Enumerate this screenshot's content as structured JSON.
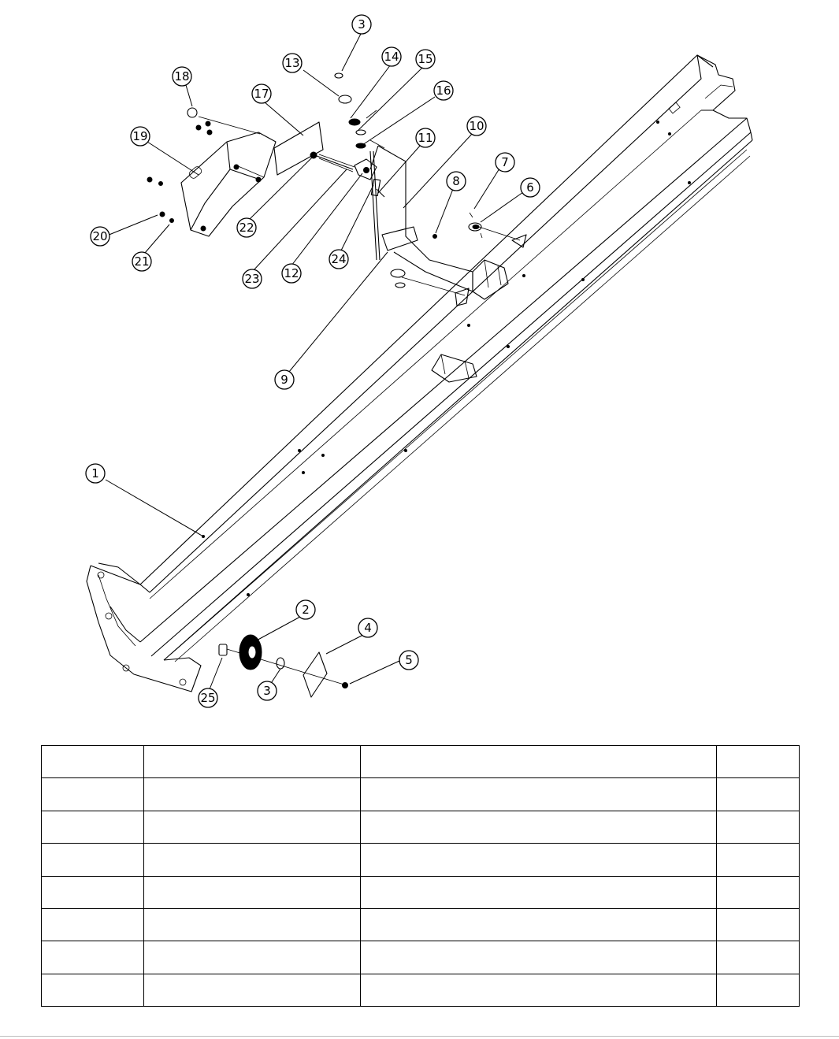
{
  "diagram": {
    "callouts": [
      {
        "id": "1",
        "label": "1"
      },
      {
        "id": "2",
        "label": "2"
      },
      {
        "id": "3a",
        "label": "3"
      },
      {
        "id": "3b",
        "label": "3"
      },
      {
        "id": "4",
        "label": "4"
      },
      {
        "id": "5",
        "label": "5"
      },
      {
        "id": "6",
        "label": "6"
      },
      {
        "id": "7",
        "label": "7"
      },
      {
        "id": "8",
        "label": "8"
      },
      {
        "id": "9",
        "label": "9"
      },
      {
        "id": "10",
        "label": "10"
      },
      {
        "id": "11",
        "label": "11"
      },
      {
        "id": "12",
        "label": "12"
      },
      {
        "id": "13",
        "label": "13"
      },
      {
        "id": "14",
        "label": "14"
      },
      {
        "id": "15",
        "label": "15"
      },
      {
        "id": "16",
        "label": "16"
      },
      {
        "id": "17",
        "label": "17"
      },
      {
        "id": "18",
        "label": "18"
      },
      {
        "id": "19",
        "label": "19"
      },
      {
        "id": "20",
        "label": "20"
      },
      {
        "id": "21",
        "label": "21"
      },
      {
        "id": "22",
        "label": "22"
      },
      {
        "id": "23",
        "label": "23"
      },
      {
        "id": "24",
        "label": "24"
      },
      {
        "id": "25",
        "label": "25"
      }
    ]
  },
  "parts_table": {
    "rows": [
      [
        "",
        "",
        "",
        ""
      ],
      [
        "",
        "",
        "",
        ""
      ],
      [
        "",
        "",
        "",
        ""
      ],
      [
        "",
        "",
        "",
        ""
      ],
      [
        "",
        "",
        "",
        ""
      ],
      [
        "",
        "",
        "",
        ""
      ],
      [
        "",
        "",
        "",
        ""
      ],
      [
        "",
        "",
        "",
        ""
      ]
    ]
  }
}
